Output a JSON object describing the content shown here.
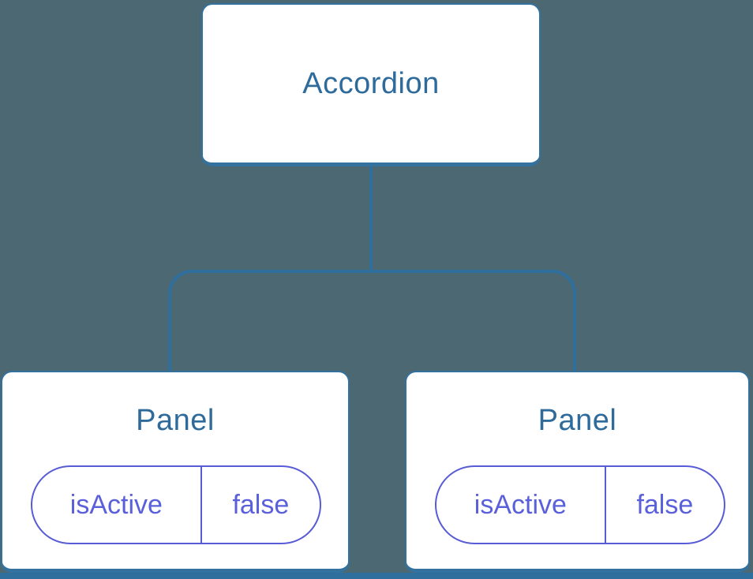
{
  "colors": {
    "background": "#4C6872",
    "card_fill": "#FFFFFF",
    "card_border": "#33719F",
    "connector": "#2E6F9E",
    "title_text": "#2E6B9B",
    "state_accent": "#575CD6",
    "state_text": "#5A60DA"
  },
  "diagram": {
    "root": {
      "label": "Accordion"
    },
    "panels": [
      {
        "title": "Panel",
        "state_name": "isActive",
        "state_value": "false"
      },
      {
        "title": "Panel",
        "state_name": "isActive",
        "state_value": "false"
      }
    ]
  }
}
